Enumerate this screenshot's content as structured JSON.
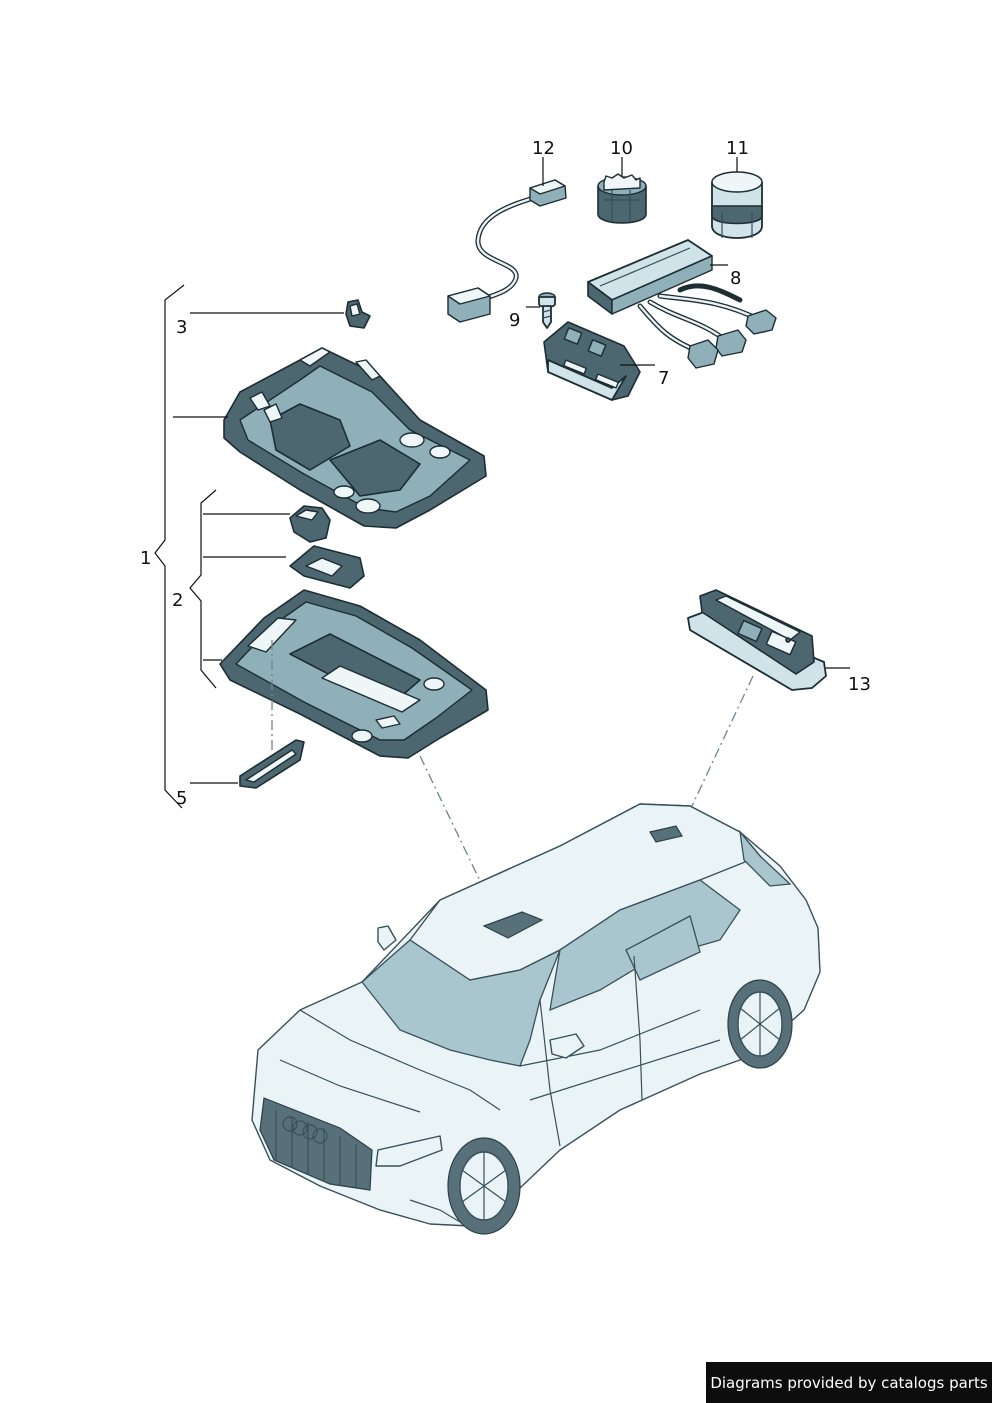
{
  "callouts": {
    "c1": "1",
    "c2": "2",
    "c3": "3",
    "c5": "5",
    "c7": "7",
    "c8": "8",
    "c9": "9",
    "c10": "10",
    "c11": "11",
    "c12": "12",
    "c13": "13"
  },
  "footer": {
    "credit": "Diagrams provided by catalogs parts"
  },
  "colors": {
    "part_fill": "#cfe3e8",
    "part_dark": "#4d6770",
    "outline": "#1c2d33",
    "footer_bg": "#0d0d0d"
  }
}
